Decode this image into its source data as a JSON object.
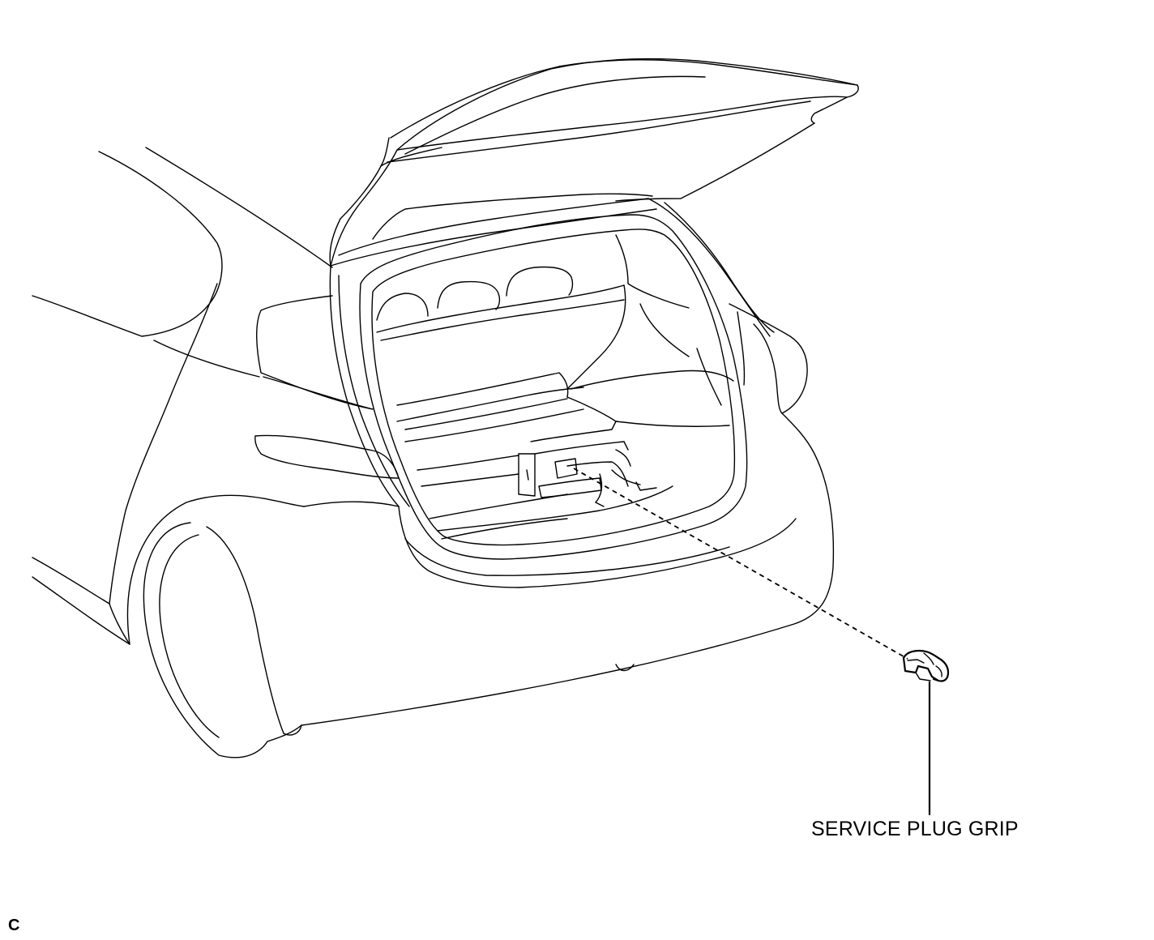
{
  "labels": {
    "part_label": "SERVICE PLUG GRIP",
    "corner_code": "C"
  },
  "illustration": {
    "leader_line": "dashed",
    "stroke_color": "#000000",
    "background_color": "#ffffff"
  }
}
